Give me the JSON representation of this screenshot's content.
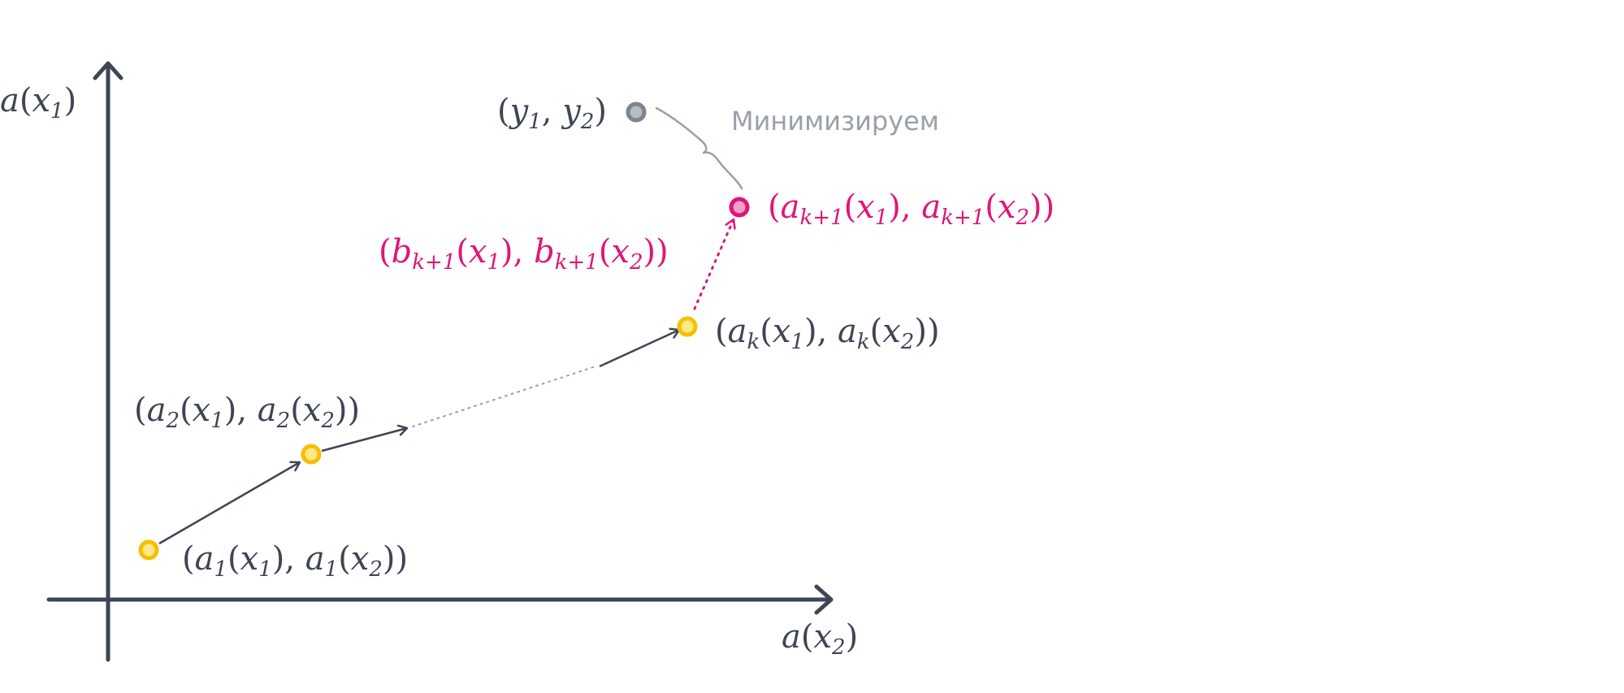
{
  "axes": {
    "vertical_label": {
      "fn": "a",
      "var": "x",
      "sub": "1"
    },
    "horizontal_label": {
      "fn": "a",
      "var": "x",
      "sub": "2"
    }
  },
  "target_point": {
    "v1": "y",
    "s1": "1",
    "v2": "y",
    "s2": "2"
  },
  "annotation": "Минимизируем",
  "points": [
    {
      "fn": "a",
      "sub": "1"
    },
    {
      "fn": "a",
      "sub": "2"
    },
    {
      "fn": "a",
      "sub": "k"
    },
    {
      "fn": "a",
      "sub": "k+1"
    }
  ],
  "step_label": {
    "fn": "b",
    "sub": "k+1"
  },
  "colors": {
    "axis": "#3e4553",
    "point_fill": "#fde98a",
    "point_stroke": "#f5c000",
    "highlight": "#de1678",
    "target": "#8a909b",
    "annotation": "#9aa0aa"
  }
}
